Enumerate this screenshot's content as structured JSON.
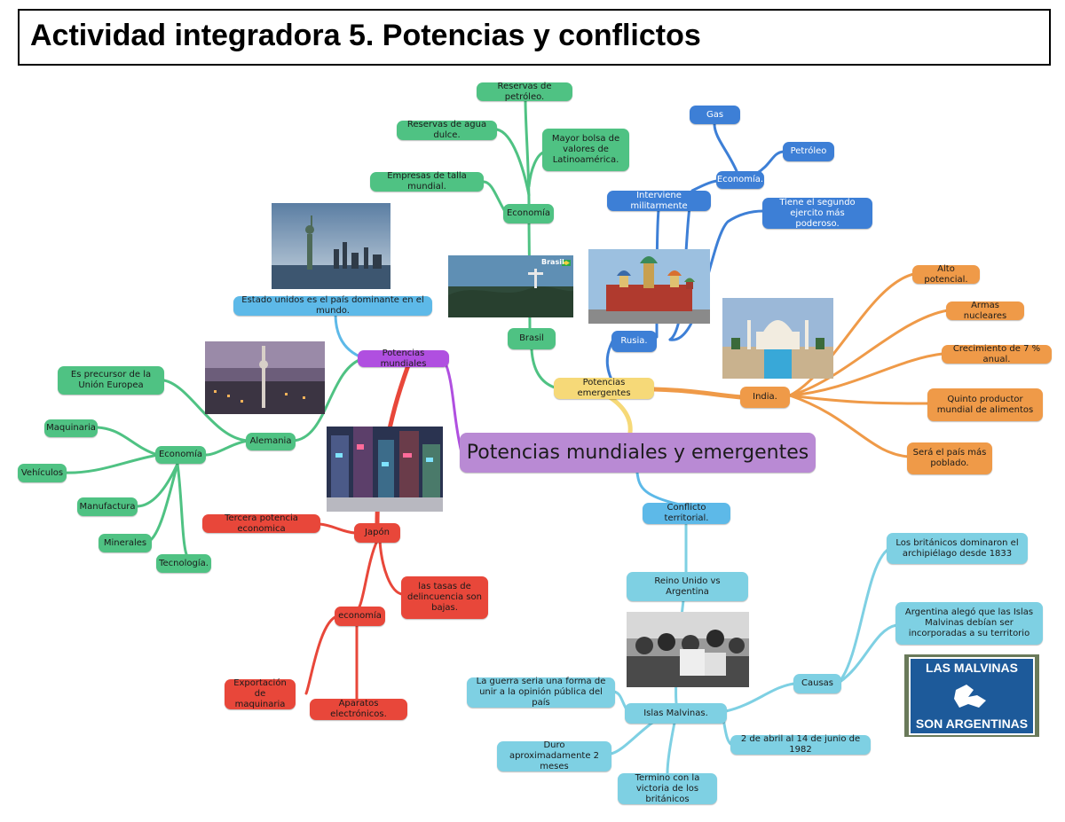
{
  "title": "Actividad integradora 5. Potencias y conflictos",
  "central": "Potencias mundiales y emergentes",
  "mundiales": {
    "label": "Potencias mundiales",
    "eeuu": "Estado unidos es el país dominante en el mundo.",
    "alemania": {
      "label": "Alemania",
      "union": "Es precursor de la Unión Europea",
      "economia": "Economía",
      "items": [
        "Maquinaria",
        "Vehículos",
        "Manufactura",
        "Minerales",
        "Tecnología."
      ]
    },
    "japon": {
      "label": "Japón",
      "tercera": "Tercera potencia economica",
      "delincuencia": "las tasas de delincuencia son bajas.",
      "economia": "economía",
      "exportacion": "Exportación de maquinaria",
      "aparatos": "Aparatos electrónicos."
    }
  },
  "emergentes": {
    "label": "Potencias emergentes",
    "brasil": {
      "label": "Brasil",
      "economia": "Economía",
      "items": [
        "Reservas de petróleo.",
        "Reservas de agua dulce.",
        "Mayor bolsa de valores de Latinoamérica.",
        "Empresas de talla mundial."
      ],
      "photo_caption": "Brasil"
    },
    "rusia": {
      "label": "Rusia.",
      "interviene": "Interviene militarmente",
      "economia": "Economía.",
      "gas": "Gas",
      "petroleo": "Petróleo",
      "ejercito": "Tiene el segundo ejercito más poderoso."
    },
    "india": {
      "label": "India.",
      "items": [
        "Alto potencial.",
        "Armas nucleares",
        "Crecimiento de 7 % anual.",
        "Quinto productor mundial de alimentos",
        "Será el país más poblado."
      ]
    }
  },
  "conflicto": {
    "label": "Conflicto territorial.",
    "reino": "Reino Unido vs Argentina",
    "islas": "Islas Malvinas.",
    "guerra": "La guerra seria una forma de unir a la opinión pública del país",
    "duro": "Duro aproximadamente 2 meses",
    "termino": "Termino con la victoria de los británicos",
    "fechas": "2 de abril al 14 de junio de 1982",
    "causas": {
      "label": "Causas",
      "britanicos": "Los británicos dominaron el archipiélago desde 1833",
      "argentina": "Argentina alegó que las Islas Malvinas debían ser incorporadas a su territorio"
    },
    "sign_top": "LAS MALVINAS",
    "sign_bottom": "SON ARGENTINAS"
  },
  "colors": {
    "green": "#4fc283",
    "blue": "#3d7fd6",
    "orange": "#ef9a48",
    "red": "#e8473a",
    "cyan": "#7ed0e3",
    "purple": "#b04fe0",
    "yellow": "#f6d978",
    "central": "#b98ad4"
  }
}
